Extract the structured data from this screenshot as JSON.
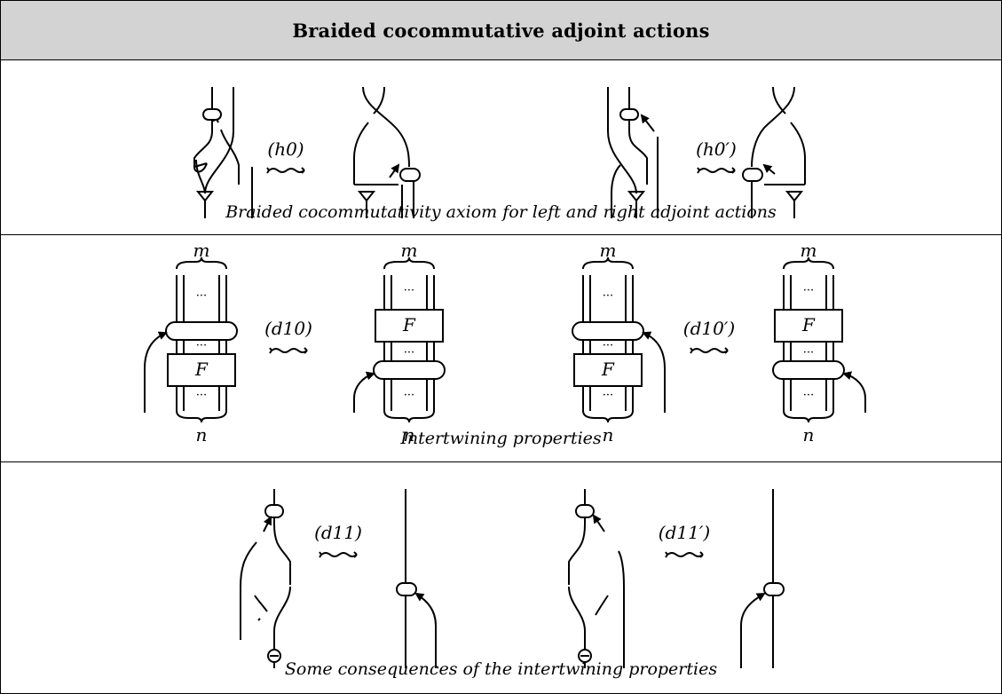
{
  "title": "Braided cocommutative adjoint actions",
  "rows": [
    {
      "caption": "Braided cocommutativity axiom for left and right adjoint actions",
      "relations": [
        {
          "label": "(h0)"
        },
        {
          "label": "(h0′)"
        }
      ]
    },
    {
      "caption": "Intertwining properties",
      "relations": [
        {
          "label": "(d10)"
        },
        {
          "label": "(d10′)"
        }
      ],
      "box_label": "F",
      "top_index": "m",
      "bottom_index": "n",
      "dots": "···"
    },
    {
      "caption": "Some consequences of the intertwining properties",
      "relations": [
        {
          "label": "(d11)"
        },
        {
          "label": "(d11′)"
        }
      ]
    }
  ],
  "colors": {
    "header_bg": "#d3d3d3",
    "stroke": "#000000",
    "background": "#ffffff"
  }
}
